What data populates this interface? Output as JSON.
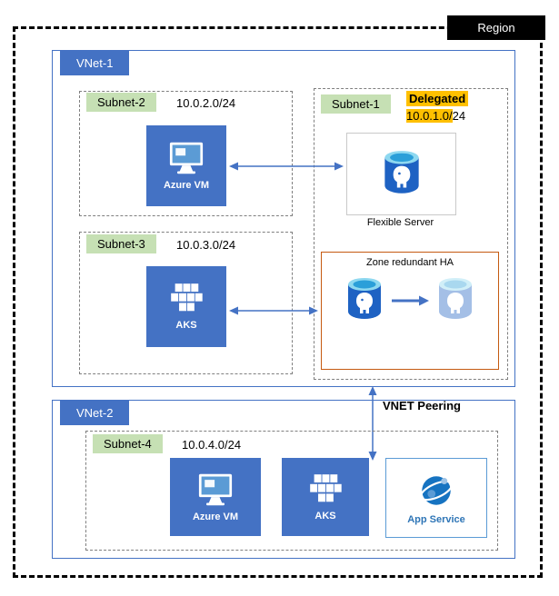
{
  "region": {
    "label": "Region"
  },
  "vnet1": {
    "label": "VNet-1",
    "subnet2": {
      "label": "Subnet-2",
      "cidr": "10.0.2.0/24",
      "vm_label": "Azure VM"
    },
    "subnet3": {
      "label": "Subnet-3",
      "cidr": "10.0.3.0/24",
      "aks_label": "AKS"
    },
    "subnet1": {
      "label": "Subnet-1",
      "delegated_label": "Delegated",
      "cidr_highlighted": "10.0.1.0/",
      "cidr_rest": "24",
      "flexible_server_label": "Flexible Server",
      "ha": {
        "label": "Zone redundant HA"
      }
    }
  },
  "peering": {
    "label": "VNET Peering"
  },
  "vnet2": {
    "label": "VNet-2",
    "subnet4": {
      "label": "Subnet-4",
      "cidr": "10.0.4.0/24",
      "vm_label": "Azure VM",
      "aks_label": "AKS",
      "app_service_label": "App Service"
    }
  },
  "icons": {
    "azure_vm": "monitor-icon",
    "aks": "containers-icon",
    "flexible_server": "postgresql-database-icon",
    "app_service": "globe-icon"
  },
  "colors": {
    "azure_blue": "#4472C4",
    "vnet_border": "#4472C4",
    "subnet_label_green": "#C6E0B4",
    "delegated_highlight": "#FFC000",
    "ha_border": "#C55A11",
    "region_label_bg": "#000000",
    "postgres_body": "#1E62C3",
    "postgres_top": "#8ED8F0",
    "app_service_blue": "#1673C1"
  }
}
